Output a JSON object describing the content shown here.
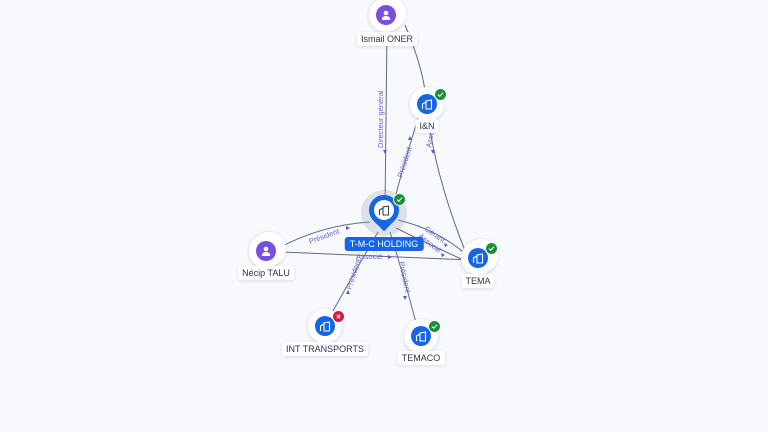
{
  "colors": {
    "background": "#f8f9fd",
    "person": "#7a4fe0",
    "company": "#1565e8",
    "status_active": "#1a8f3a",
    "status_closed": "#d81b3c",
    "edge": "#5f6b8a",
    "edge_label": "#6a5fd8"
  },
  "nodes": [
    {
      "id": "ismail",
      "label": "Ismail ONER",
      "type": "person",
      "icon": "person-icon",
      "status": null
    },
    {
      "id": "in",
      "label": "I&N",
      "type": "company",
      "icon": "building-icon",
      "status": "active"
    },
    {
      "id": "tmc",
      "label": "T-M-C HOLDING",
      "type": "company",
      "icon": "building-icon",
      "status": "active",
      "focus": true
    },
    {
      "id": "necip",
      "label": "Nécip TALU",
      "type": "person",
      "icon": "person-icon",
      "status": null
    },
    {
      "id": "tema",
      "label": "TEMA",
      "type": "company",
      "icon": "building-icon",
      "status": "active"
    },
    {
      "id": "int",
      "label": "INT TRANSPORTS",
      "type": "company",
      "icon": "building-icon",
      "status": "closed"
    },
    {
      "id": "temaco",
      "label": "TEMACO",
      "type": "company",
      "icon": "building-icon",
      "status": "active"
    }
  ],
  "edges": [
    {
      "from": "ismail",
      "to": "tmc",
      "label": "Directeur général"
    },
    {
      "from": "ismail",
      "to": "tema",
      "label": "Associé"
    },
    {
      "from": "tmc",
      "to": "in",
      "label": "Président"
    },
    {
      "from": "necip",
      "to": "tmc",
      "label": "Président"
    },
    {
      "from": "tmc",
      "to": "tema",
      "label": "Gérant"
    },
    {
      "from": "tmc",
      "to": "tema",
      "label": "Associé"
    },
    {
      "from": "necip",
      "to": "tema",
      "label": "Associé"
    },
    {
      "from": "tmc",
      "to": "int",
      "label": "Président"
    },
    {
      "from": "tmc",
      "to": "temaco",
      "label": "Président"
    }
  ]
}
